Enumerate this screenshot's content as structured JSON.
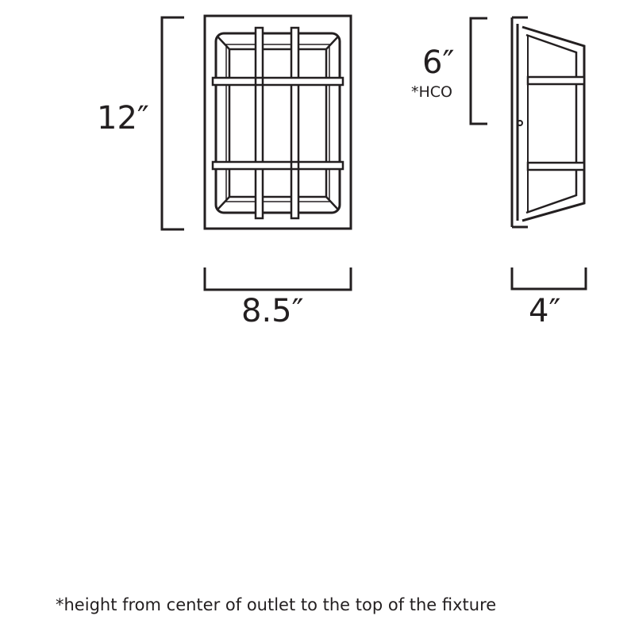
{
  "diagram": {
    "dimensions": {
      "height": "12″",
      "width": "8.5″",
      "hco_height": "6″",
      "hco_label": "*HCO",
      "depth": "4″"
    },
    "footnote": "*height from center of outlet to the top of the fixture"
  },
  "colors": {
    "line": "#231f20",
    "background": "#ffffff"
  }
}
